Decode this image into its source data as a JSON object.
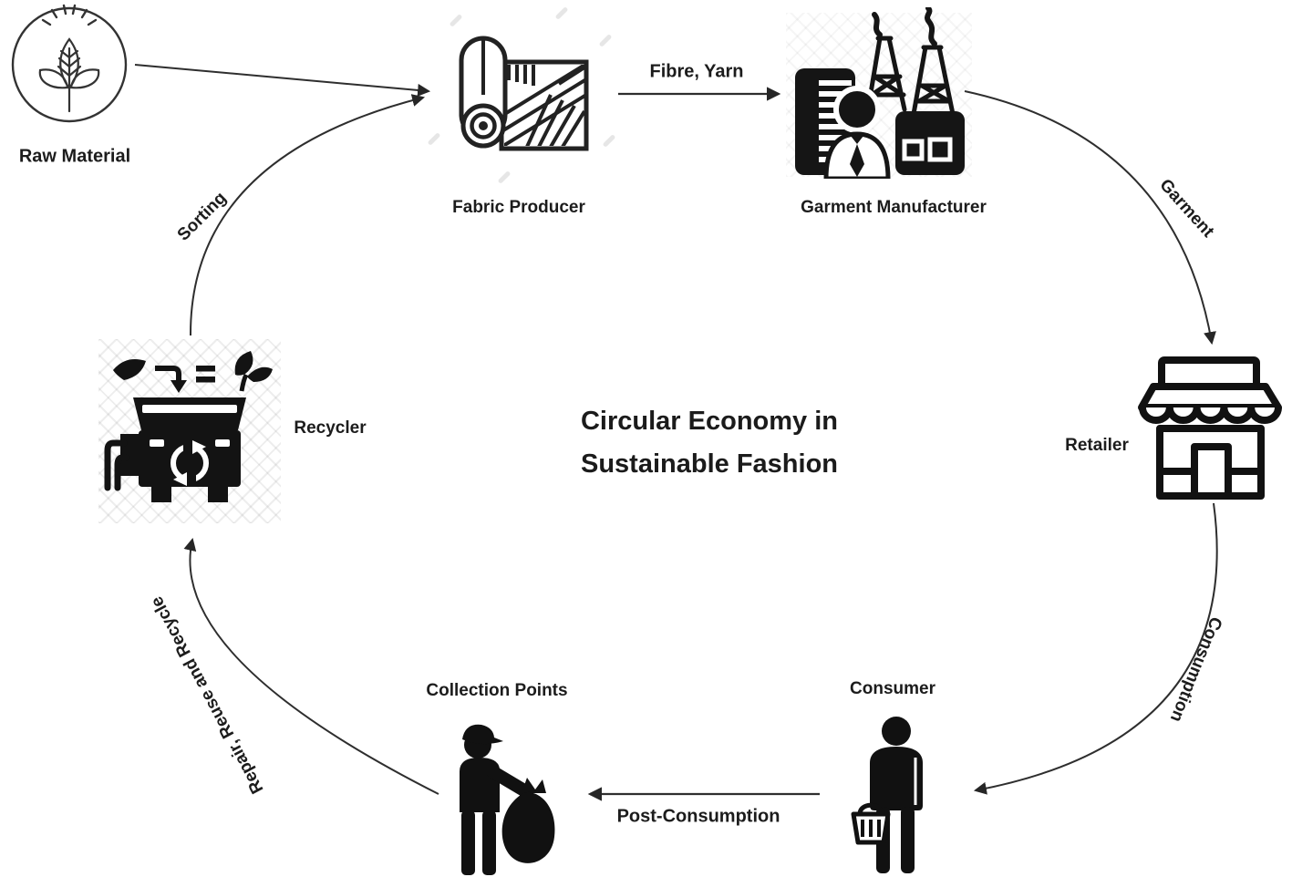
{
  "title": {
    "line1": "Circular Economy in",
    "line2": "Sustainable Fashion"
  },
  "diagram_type": "circular-cycle",
  "nodes": {
    "raw_material": {
      "label": "Raw Material",
      "icon": "leaf-in-circle-icon"
    },
    "fabric_producer": {
      "label": "Fabric Producer",
      "icon": "fabric-roll-icon"
    },
    "garment_manufacturer": {
      "label": "Garment Manufacturer",
      "icon": "factory-icon"
    },
    "retailer": {
      "label": "Retailer",
      "icon": "storefront-icon"
    },
    "consumer": {
      "label": "Consumer",
      "icon": "person-with-basket-icon"
    },
    "collection_points": {
      "label": "Collection Points",
      "icon": "worker-with-bag-icon"
    },
    "recycler": {
      "label": "Recycler",
      "icon": "recycling-machine-icon"
    }
  },
  "edges": {
    "raw_to_fabric": {
      "label": "",
      "from": "Raw Material",
      "to": "Fabric Producer"
    },
    "fibre_yarn": {
      "label": "Fibre, Yarn",
      "from": "Fabric Producer",
      "to": "Garment Manufacturer"
    },
    "garment": {
      "label": "Garment",
      "from": "Garment Manufacturer",
      "to": "Retailer"
    },
    "consumption": {
      "label": "Consumption",
      "from": "Retailer",
      "to": "Consumer"
    },
    "post_consumption": {
      "label": "Post-Consumption",
      "from": "Consumer",
      "to": "Collection Points"
    },
    "repair_reuse_recycle": {
      "label": "Repair, Reuse and Recycle",
      "from": "Collection Points",
      "to": "Recycler"
    },
    "sorting": {
      "label": "Sorting",
      "from": "Recycler",
      "to": "Fabric Producer"
    }
  },
  "colors": {
    "ink": "#1c1c1c",
    "line": "#2e2e2e",
    "background": "#ffffff",
    "watermark": "#e6e6e6"
  }
}
